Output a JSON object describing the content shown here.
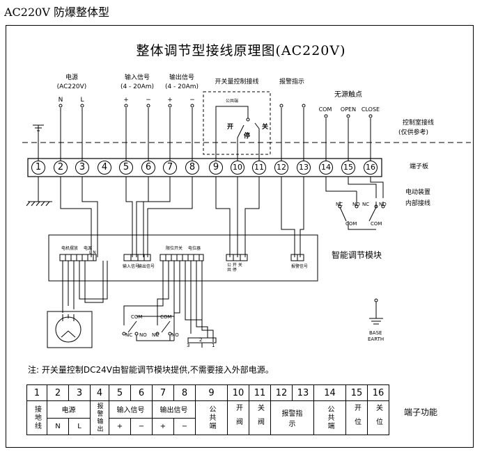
{
  "header_title": "AC220V 防爆整体型",
  "diagram_title": "整体调节型接线原理图(AC220V)",
  "groups": {
    "power": {
      "title": "电源",
      "sub": "(AC220V)",
      "pins": [
        "N",
        "L"
      ]
    },
    "input": {
      "title": "输入信号",
      "sub": "(4 - 20Am)",
      "pins": [
        "+",
        "−"
      ]
    },
    "output": {
      "title": "输出信号",
      "sub": "(4 - 20Am)",
      "pins": [
        "+",
        "−"
      ]
    },
    "switch": {
      "title": "开关量控制接线",
      "common": "公共端",
      "open": "开",
      "stop": "停",
      "close": "关"
    },
    "alarm": {
      "title": "报警指示"
    },
    "contacts": {
      "title": "无源触点",
      "com": "COM",
      "open": "OPEN",
      "close": "CLOSE"
    }
  },
  "right_labels": {
    "control_room": "控制室接线",
    "control_room_sub": "(仅供参考)",
    "terminal_board": "端子板",
    "internal": "电动装置",
    "internal_sub": "内部接线"
  },
  "terminals": [
    "1",
    "2",
    "3",
    "4",
    "5",
    "6",
    "7",
    "8",
    "9",
    "10",
    "11",
    "12",
    "13",
    "14",
    "15",
    "16"
  ],
  "module": {
    "title": "智能调节模块",
    "motor_cap": "电机摆放",
    "power": "电源",
    "power_pins": "L  N",
    "input": "输入信号",
    "output": "输出信号",
    "limit": "限位开关",
    "pot": "电位器",
    "switch_pins": "公  开  关",
    "switch_pins2": "共  停",
    "alarm": "报警信号"
  },
  "internal_contacts": {
    "nc": "NC",
    "no": "NO",
    "com": "COM"
  },
  "earth": {
    "base": "BASE",
    "earth": "EARTH"
  },
  "pot_pins": [
    "3",
    "2",
    "1"
  ],
  "note": "注:  开关量控制DC24V由智能调节模块提供,不需要接入外部电源。",
  "func_table": {
    "label": "端子功能",
    "nums": [
      "1",
      "2",
      "3",
      "4",
      "5",
      "6",
      "7",
      "8",
      "9",
      "10",
      "11",
      "12",
      "13",
      "14",
      "15",
      "16"
    ],
    "c1": "接地线",
    "power": "电源",
    "n": "N",
    "l": "L",
    "c4": "报警输出",
    "input": "输入信号",
    "output": "输出信号",
    "plus": "+",
    "minus": "−",
    "c9": "公共端",
    "c10": "开阀",
    "c11": "关阀",
    "alarm": "报警指示",
    "c14": "公共端",
    "c15": "开位",
    "c16": "关位"
  }
}
